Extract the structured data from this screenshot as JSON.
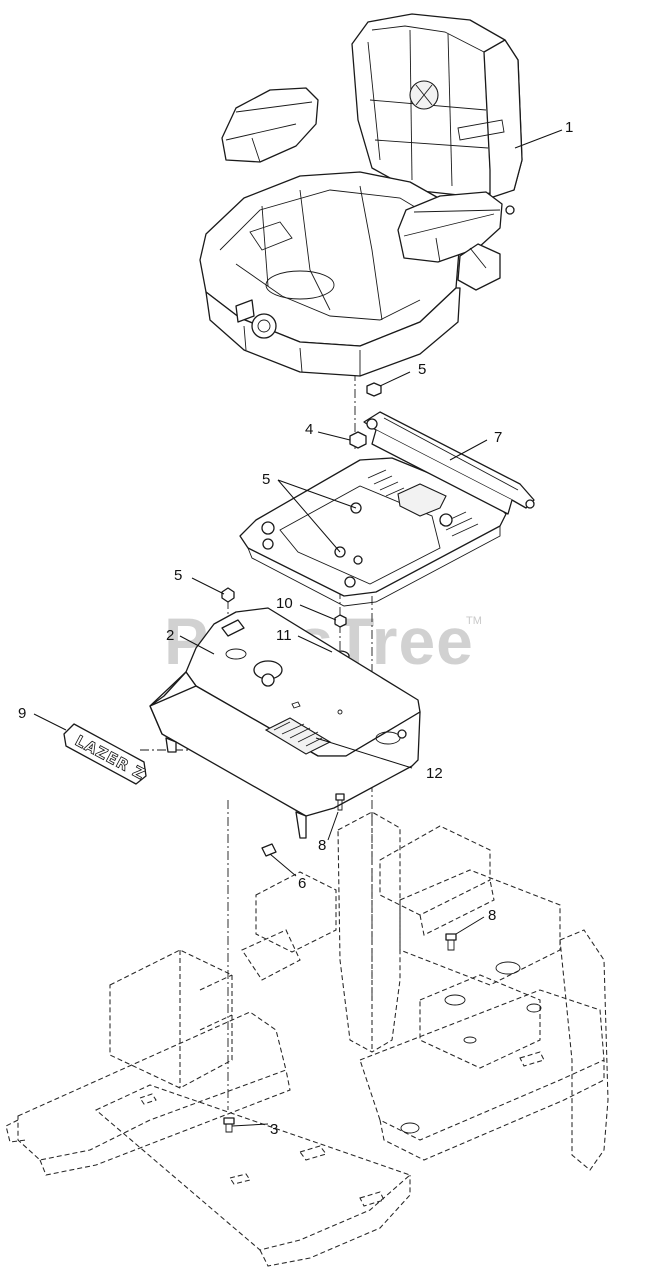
{
  "watermark": {
    "brand": "PartsTree",
    "tm": "TM"
  },
  "emblem": {
    "text": "LAZER Z"
  },
  "callouts": [
    {
      "id": "c1",
      "label": "1"
    },
    {
      "id": "c2",
      "label": "2"
    },
    {
      "id": "c3",
      "label": "3"
    },
    {
      "id": "c4",
      "label": "4"
    },
    {
      "id": "c5a",
      "label": "5"
    },
    {
      "id": "c5b",
      "label": "5"
    },
    {
      "id": "c5c",
      "label": "5"
    },
    {
      "id": "c6",
      "label": "6"
    },
    {
      "id": "c7",
      "label": "7"
    },
    {
      "id": "c8a",
      "label": "8"
    },
    {
      "id": "c8b",
      "label": "8"
    },
    {
      "id": "c9",
      "label": "9"
    },
    {
      "id": "c10",
      "label": "10"
    },
    {
      "id": "c11",
      "label": "11"
    },
    {
      "id": "c12",
      "label": "12"
    }
  ]
}
